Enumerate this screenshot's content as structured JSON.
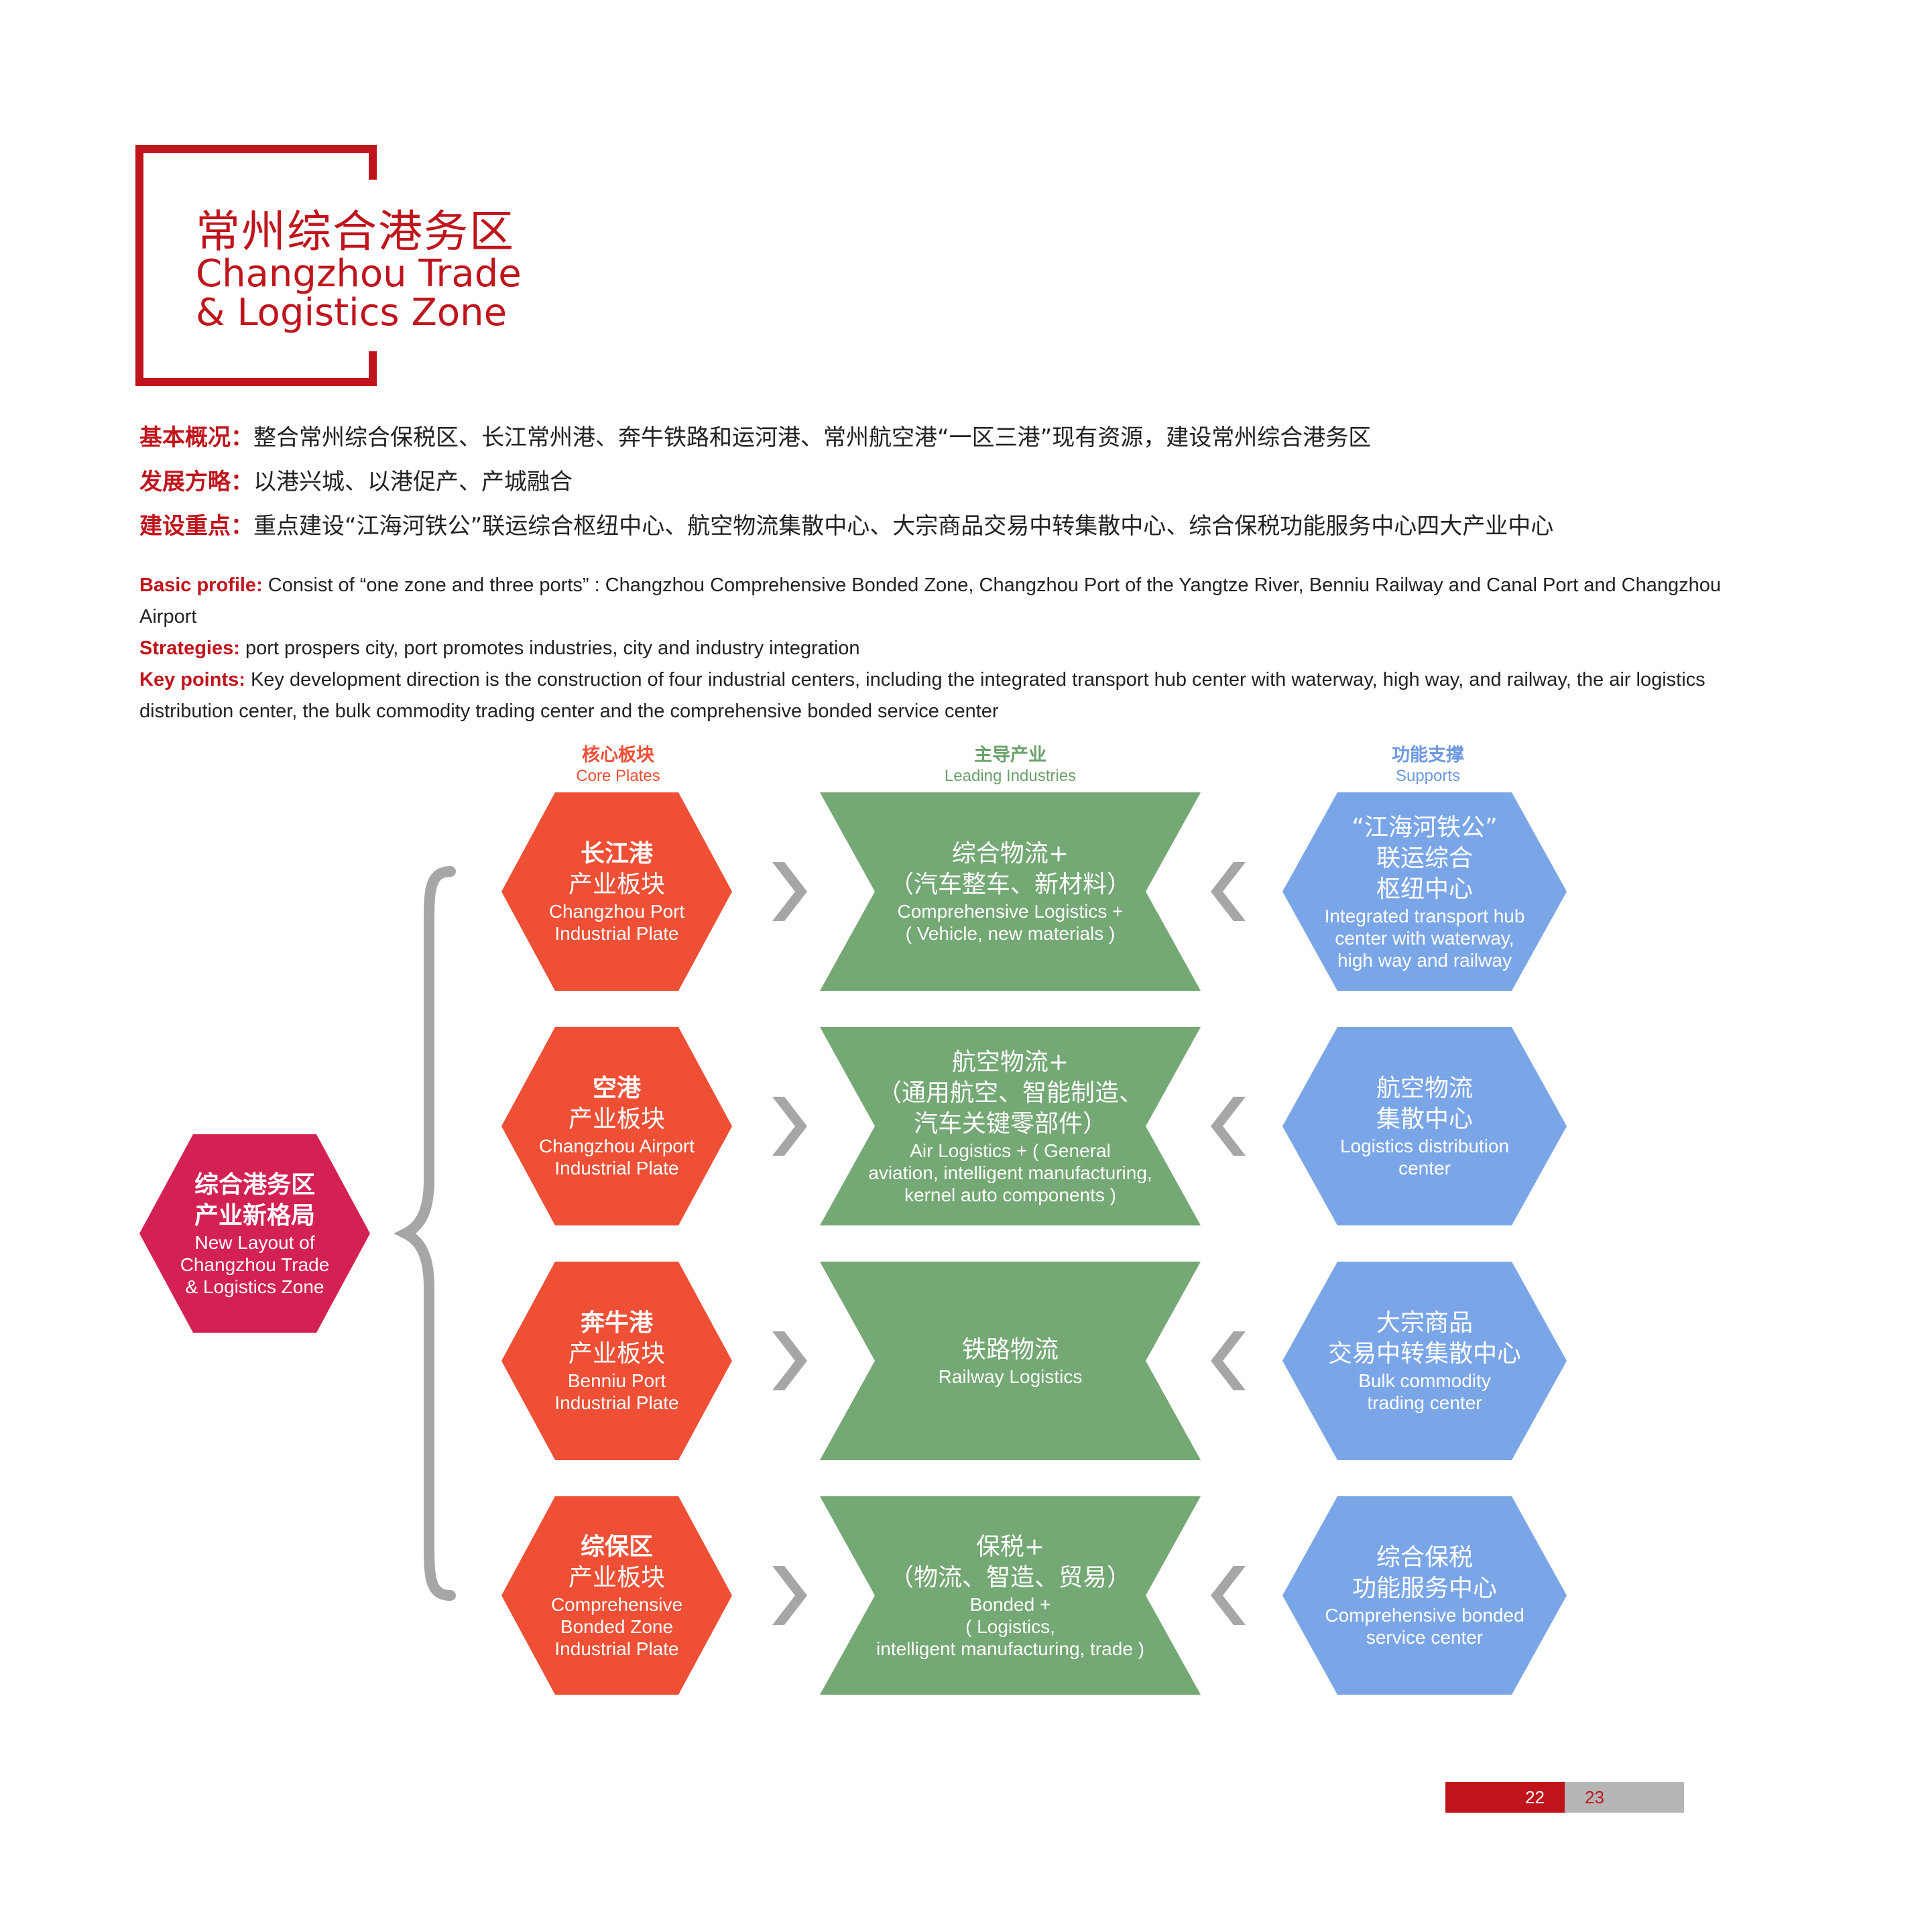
{
  "title": {
    "cn": "常州综合港务区",
    "en_line1": "Changzhou Trade",
    "en_line2": "& Logistics Zone"
  },
  "intro_cn": [
    {
      "label": "基本概况：",
      "text": "整合常州综合保税区、长江常州港、奔牛铁路和运河港、常州航空港“一区三港”现有资源，建设常州综合港务区"
    },
    {
      "label": "发展方略：",
      "text": "以港兴城、以港促产、产城融合"
    },
    {
      "label": "建设重点：",
      "text": "重点建设“江海河铁公”联运综合枢纽中心、航空物流集散中心、大宗商品交易中转集散中心、综合保税功能服务中心四大产业中心"
    }
  ],
  "intro_en": [
    {
      "label": "Basic profile:",
      "text": " Consist of “one zone and three ports” : Changzhou Comprehensive Bonded Zone, Changzhou Port of the Yangtze River, Benniu Railway and Canal Port and Changzhou Airport"
    },
    {
      "label": "Strategies:",
      "text": " port prospers city, port promotes industries, city and industry integration"
    },
    {
      "label": "Key points:",
      "text": " Key development direction is the construction of four industrial centers, including the integrated transport hub center with waterway, high way, and railway, the air logistics distribution center, the bulk commodity trading center and the comprehensive bonded service center"
    }
  ],
  "columns": {
    "core": {
      "cn": "核心板块",
      "en": "Core Plates"
    },
    "leading": {
      "cn": "主导产业",
      "en": "Leading Industries"
    },
    "supports": {
      "cn": "功能支撑",
      "en": "Supports"
    }
  },
  "hub": {
    "cn1": "综合港务区",
    "cn2": "产业新格局",
    "en1": "New Layout of",
    "en2": "Changzhou Trade",
    "en3": "& Logistics Zone"
  },
  "rows": [
    {
      "core": {
        "cn1": "长江港",
        "cn2": "产业板块",
        "en": [
          "Changzhou Port",
          "Industrial Plate"
        ]
      },
      "leading": {
        "cn": [
          "综合物流+",
          "（汽车整车、新材料）"
        ],
        "en": [
          "Comprehensive Logistics +",
          "( Vehicle, new materials )"
        ]
      },
      "support": {
        "cn": [
          "“江海河铁公”",
          "联运综合",
          "枢纽中心"
        ],
        "en": [
          "Integrated transport hub",
          "center with waterway,",
          "high way and railway"
        ]
      }
    },
    {
      "core": {
        "cn1": "空港",
        "cn2": "产业板块",
        "en": [
          "Changzhou Airport",
          "Industrial Plate"
        ]
      },
      "leading": {
        "cn": [
          "航空物流+",
          "（通用航空、智能制造、",
          "汽车关键零部件）"
        ],
        "en": [
          "Air Logistics + ( General",
          "aviation, intelligent manufacturing,",
          "kernel auto components )"
        ]
      },
      "support": {
        "cn": [
          "航空物流",
          "集散中心"
        ],
        "en": [
          "Logistics distribution",
          "center"
        ]
      }
    },
    {
      "core": {
        "cn1": "奔牛港",
        "cn2": "产业板块",
        "en": [
          "Benniu Port",
          "Industrial Plate"
        ]
      },
      "leading": {
        "cn": [
          "铁路物流"
        ],
        "en": [
          "Railway Logistics"
        ]
      },
      "support": {
        "cn": [
          "大宗商品",
          "交易中转集散中心"
        ],
        "en": [
          "Bulk commodity",
          "trading center"
        ]
      }
    },
    {
      "core": {
        "cn1": "综保区",
        "cn2": "产业板块",
        "en": [
          "Comprehensive",
          "Bonded Zone",
          "Industrial Plate"
        ]
      },
      "leading": {
        "cn": [
          "保税+",
          "（物流、智造、贸易）"
        ],
        "en": [
          "Bonded +",
          "( Logistics,",
          "intelligent manufacturing, trade )"
        ]
      },
      "support": {
        "cn": [
          "综合保税",
          "功能服务中心"
        ],
        "en": [
          "Comprehensive bonded",
          "service center"
        ]
      }
    }
  ],
  "colors": {
    "brand_red": "#c0141c",
    "hub": "#d42153",
    "core": "#ee4f35",
    "leading": "#74a874",
    "support": "#7aa6e8",
    "arrow": "#a6a6a6",
    "core_head": "#ee4f35",
    "leading_head": "#6aa06a",
    "support_head": "#6b98e0"
  },
  "pages": {
    "left": "22",
    "right": "23"
  }
}
